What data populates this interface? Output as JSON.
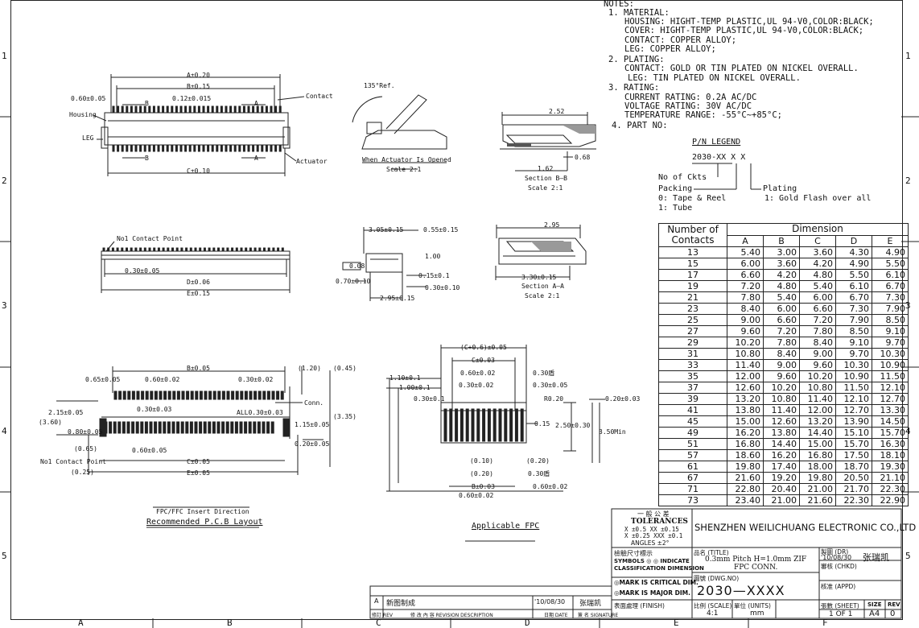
{
  "zone_numbers_left": [
    "1",
    "2",
    "3",
    "4",
    "5"
  ],
  "zone_numbers_right": [
    "1",
    "2",
    "3",
    "4",
    "5"
  ],
  "zone_letters": [
    "A",
    "B",
    "C",
    "D",
    "E",
    "F"
  ],
  "notes": {
    "title": "NOTES:",
    "lines": [
      "1. MATERIAL:",
      "HOUSING: HIGHT-TEMP PLASTIC,UL 94-V0,COLOR:BLACK;",
      "COVER: HIGHT-TEMP PLASTIC,UL 94-V0,COLOR:BLACK;",
      "CONTACT: COPPER ALLOY;",
      "LEG: COPPER ALLOY;",
      "2. PLATING:",
      "CONTACT: GOLD OR TIN PLATED ON NICKEL OVERALL.",
      "LEG: TIN PLATED ON NICKEL OVERALL.",
      "3. RATING:",
      "CURRENT RATING: 0.2A AC/DC",
      "VOLTAGE RATING: 30V AC/DC",
      "TEMPERATURE RANGE: -55°C~+85°C;",
      "4. PART NO:"
    ]
  },
  "pn_legend": {
    "title": "P/N LEGEND",
    "code": "2030-XX X X",
    "no_of_ckts": "No of Ckts",
    "packing": "Packing",
    "packing_0": "0: Tape & Reel",
    "packing_1": "1: Tube",
    "plating": "Plating",
    "plating_1": "1: Gold Flash over all"
  },
  "dimension_table": {
    "header_contacts": [
      "Number of",
      "Contacts"
    ],
    "header_dimension": "Dimension",
    "columns": [
      "A",
      "B",
      "C",
      "D",
      "E"
    ],
    "rows": [
      [
        "13",
        "5.40",
        "3.00",
        "3.60",
        "4.30",
        "4.90"
      ],
      [
        "15",
        "6.00",
        "3.60",
        "4.20",
        "4.90",
        "5.50"
      ],
      [
        "17",
        "6.60",
        "4.20",
        "4.80",
        "5.50",
        "6.10"
      ],
      [
        "19",
        "7.20",
        "4.80",
        "5.40",
        "6.10",
        "6.70"
      ],
      [
        "21",
        "7.80",
        "5.40",
        "6.00",
        "6.70",
        "7.30"
      ],
      [
        "23",
        "8.40",
        "6.00",
        "6.60",
        "7.30",
        "7.90"
      ],
      [
        "25",
        "9.00",
        "6.60",
        "7.20",
        "7.90",
        "8.50"
      ],
      [
        "27",
        "9.60",
        "7.20",
        "7.80",
        "8.50",
        "9.10"
      ],
      [
        "29",
        "10.20",
        "7.80",
        "8.40",
        "9.10",
        "9.70"
      ],
      [
        "31",
        "10.80",
        "8.40",
        "9.00",
        "9.70",
        "10.30"
      ],
      [
        "33",
        "11.40",
        "9.00",
        "9.60",
        "10.30",
        "10.90"
      ],
      [
        "35",
        "12.00",
        "9.60",
        "10.20",
        "10.90",
        "11.50"
      ],
      [
        "37",
        "12.60",
        "10.20",
        "10.80",
        "11.50",
        "12.10"
      ],
      [
        "39",
        "13.20",
        "10.80",
        "11.40",
        "12.10",
        "12.70"
      ],
      [
        "41",
        "13.80",
        "11.40",
        "12.00",
        "12.70",
        "13.30"
      ],
      [
        "45",
        "15.00",
        "12.60",
        "13.20",
        "13.90",
        "14.50"
      ],
      [
        "49",
        "16.20",
        "13.80",
        "14.40",
        "15.10",
        "15.70"
      ],
      [
        "51",
        "16.80",
        "14.40",
        "15.00",
        "15.70",
        "16.30"
      ],
      [
        "57",
        "18.60",
        "16.20",
        "16.80",
        "17.50",
        "18.10"
      ],
      [
        "61",
        "19.80",
        "17.40",
        "18.00",
        "18.70",
        "19.30"
      ],
      [
        "67",
        "21.60",
        "19.20",
        "19.80",
        "20.50",
        "21.10"
      ],
      [
        "71",
        "22.80",
        "20.40",
        "21.00",
        "21.70",
        "22.30"
      ],
      [
        "73",
        "23.40",
        "21.00",
        "21.60",
        "22.30",
        "22.90"
      ]
    ]
  },
  "top_view": {
    "a": "A±0.20",
    "b": "B±0.15",
    "c": "C±0.10",
    "pitch": "0.60±0.05",
    "width": "0.12±0.015",
    "contact": "Contact",
    "housing": "Housing",
    "leg": "LEG",
    "actuator": "Actuator",
    "sec_a": "A",
    "sec_b": "B"
  },
  "opened_view": {
    "angle": "135°Ref.",
    "caption": "When Actuator Is Opened",
    "scale": "Scale 2:1"
  },
  "section_bb": {
    "d1": "2.52",
    "d2": "0.68",
    "d3": "1.62",
    "caption": "Section B—B",
    "scale": "Scale 2:1"
  },
  "front_view": {
    "no1": "No1 Contact Point",
    "pitch": "0.30±0.05",
    "d": "D±0.06",
    "e": "E±0.15"
  },
  "side_view": {
    "a": "3.05±0.15",
    "b": "0.55±0.15",
    "c": "1.00",
    "d": "0.15±0.1",
    "e": "0.30±0.10",
    "f": "0.70±0.10",
    "g": "2.95±0.15",
    "flat": "0.08"
  },
  "section_aa": {
    "d1": "2.95",
    "d2": "3.30±0.15",
    "caption": "Section A—A",
    "scale": "Scale 2:1"
  },
  "pcb_layout": {
    "b": "B±0.05",
    "p065": "0.65±0.05",
    "p060": "0.60±0.02",
    "p030": "0.30±0.02",
    "p120": "(1.20)",
    "p045": "(0.45)",
    "p215": "2.15±0.05",
    "p360": "(3.60)",
    "p080": "0.80±0.05",
    "p030b": "0.30±0.03",
    "conn": "Conn.",
    "all": "ALL0.30±0.03",
    "p115": "1.15±0.05",
    "p335": "(3.35)",
    "p020": "0.20±0.05",
    "p065b": "(0.65)",
    "p060b": "0.60±0.05",
    "no1": "No1 Contact Point",
    "p025": "(0.25)",
    "c": "C±0.05",
    "e": "E±0.05",
    "dir": "FPC/FFC Insert Direction",
    "title": "Recommended P.C.B Layout"
  },
  "fpc": {
    "c06": "(C+0.6)±0.05",
    "c": "C±0.03",
    "p110": "1.10±0.1",
    "p100": "1.00±0.1",
    "p060": "0.60±0.02",
    "p030": "0.30±0.02",
    "p030a": "0.30盾",
    "p030b": "0.30±0.05",
    "p030c": "0.30±0.1",
    "r": "R0.20",
    "p015": "0.15",
    "p250": "2.50±0.30",
    "p010": "(0.10)",
    "p020": "(0.20)",
    "p020b": "(0.20)",
    "p030d": "0.30盾",
    "b": "B±0.03",
    "p060b": "0.60±0.02",
    "p060c": "0.60±0.02",
    "p020c": "0.20±0.03",
    "p350": "3.50Min",
    "title": "Applicable  FPC"
  },
  "title_block": {
    "tol_head": "一 般 公 差",
    "tol_title": "TOLERANCES",
    "tol_l1": "X ±0.5   XX ±0.15",
    "tol_l2": "X ±0.25  XXX ±0.1",
    "tol_l3": "ANGLES  ±2°",
    "symbol_cn": "檢驗尺寸標示",
    "symbol_l1": "SYMBOLS ◎ ◎ INDICATE",
    "symbol_l2": "CLASSIFICATION DIMENSION",
    "crit": "◎MARK IS CRITICAL DIM.",
    "major": "◎MARK IS MAJOR DIM.",
    "finish": "表面處理 (FINISH)",
    "company": "SHENZHEN WEILICHUANG ELECTRONIC CO.,LTD",
    "title_lbl": "品名 (TITLE)",
    "title_val1": "0.3mm Pitch H=1.0mm ZIF",
    "title_val2": "FPC CONN.",
    "dwg_lbl": "圖號 (DWG.NO)",
    "dwg_val": "2030—XXXX",
    "dr_lbl": "製圖 (DR)",
    "dr_date": "'10/08/30",
    "dr_name": "张瑞凯",
    "chkd_lbl": "審核 (CHKD)",
    "appd_lbl": "核准 (APPD)",
    "scale_lbl": "比例 (SCALE)",
    "scale_val": "4:1",
    "units_lbl": "單位 (UNITS)",
    "units_val": "mm",
    "sheet_lbl": "張數 (SHEET)",
    "sheet_val": "1 OF 1",
    "size_lbl": "SIZE",
    "size_val": "A4",
    "rev_lbl": "REV",
    "rev_val": "0",
    "rev_row_mark": "A",
    "rev_row_desc": "新图制成",
    "rev_row_date": "'10/08/30",
    "rev_row_name": "张瑞凯",
    "rev_h1": "修訂 REV",
    "rev_h2": "修 改 內 容 REVISION DESCRIPTION",
    "rev_h3": "日期 DATE",
    "rev_h4": "簽 名 SIGNATURE"
  }
}
